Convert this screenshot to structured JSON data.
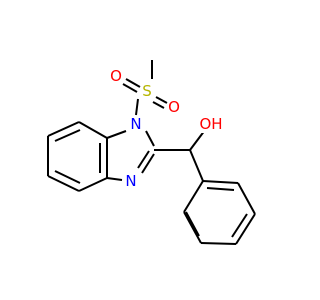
{
  "molecule": {
    "atoms": {
      "sulfur": {
        "label": "S",
        "color": "#b5b500"
      },
      "oxygen_top": {
        "label": "O",
        "color": "#ff0000"
      },
      "oxygen_bottom": {
        "label": "O",
        "color": "#ff0000"
      },
      "nitrogen_1": {
        "label": "N",
        "color": "#0000ff"
      },
      "nitrogen_3": {
        "label": "N",
        "color": "#0000ff"
      },
      "hydroxyl": {
        "label": "OH",
        "color": "#ff0000"
      }
    },
    "bond_color": "#000000"
  }
}
